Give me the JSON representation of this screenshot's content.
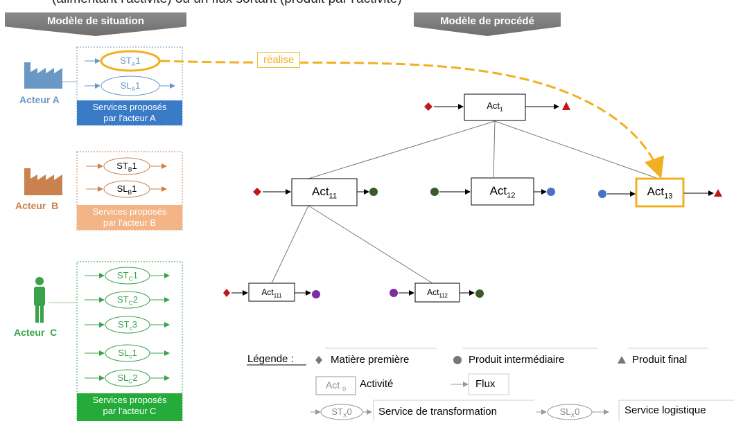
{
  "top_caption": "(alimentant l'activité) ou un flux sortant (produit par l'activité)",
  "banners": {
    "left": "Modèle de situation",
    "right": "Modèle de procédé"
  },
  "actors": [
    {
      "label": "Acteur A",
      "caption_line1": "Services proposés",
      "caption_line2": "par l'acteur A",
      "color": "#6a97c6",
      "caption_bg": "#3a7bc8"
    },
    {
      "label": "Acteur  B",
      "caption_line1": "Services proposés",
      "caption_line2": "par l'acteur B",
      "color": "#c9824e",
      "caption_bg": "#f3b486"
    },
    {
      "label": "Acteur  C",
      "caption_line1": "Services proposés",
      "caption_line2": "par l'acteur C",
      "color": "#3aa34a",
      "caption_bg": "#25ab3a"
    }
  ],
  "services": {
    "a": [
      {
        "base": "ST",
        "sub": "A",
        "num": "1"
      },
      {
        "base": "SL",
        "sub": "A",
        "num": "1"
      }
    ],
    "b": [
      {
        "base": "ST",
        "sub": "B",
        "num": "1"
      },
      {
        "base": "SL",
        "sub": "B",
        "num": "1"
      }
    ],
    "c": [
      {
        "base": "ST",
        "sub": "C",
        "num": "1"
      },
      {
        "base": "ST",
        "sub": "C",
        "num": "2"
      },
      {
        "base": "ST",
        "sub": "c",
        "num": "3"
      },
      {
        "base": "SL",
        "sub": "c",
        "num": "1"
      },
      {
        "base": "SL",
        "sub": "C",
        "num": "2"
      }
    ]
  },
  "realise_label": "réalise",
  "activities": [
    {
      "base": "Act",
      "sub": "1"
    },
    {
      "base": "Act",
      "sub": "11"
    },
    {
      "base": "Act",
      "sub": "12"
    },
    {
      "base": "Act",
      "sub": "13"
    },
    {
      "base": "Act",
      "sub": "111"
    },
    {
      "base": "Act",
      "sub": "112"
    }
  ],
  "legend": {
    "title": "Légende :",
    "raw_material": "Matière première",
    "intermediate": "Produit intermédiaire",
    "final": "Produit final",
    "activity_icon_base": "Act",
    "activity_icon_sub": "0",
    "activity": "Activité",
    "flux": "Flux",
    "st_icon_base": "ST",
    "st_icon_sub": "X",
    "st_icon_num": "0",
    "transformation": "Service de transformation",
    "sl_icon_base": "SL",
    "sl_icon_sub": "X",
    "sl_icon_num": "0",
    "logistic": "Service logistique"
  },
  "colors": {
    "raw": "#c0161c",
    "intermediate": "#3b5a2a",
    "purple": "#7b2fa0",
    "blue": "#4472c4",
    "final": "#c0161c",
    "highlight": "#f0b020"
  }
}
